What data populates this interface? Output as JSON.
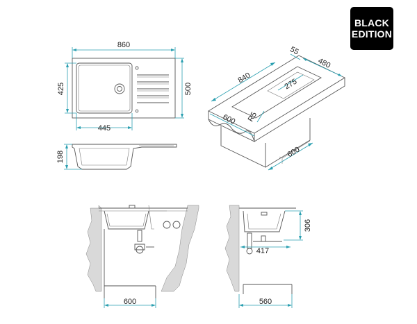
{
  "badge": {
    "line1": "BLACK",
    "line2": "EDITION"
  },
  "top_view": {
    "width": "860",
    "depth": "500",
    "bowl_depth_mm": "425",
    "bowl_width": "445"
  },
  "side_view": {
    "height": "198"
  },
  "iso_view": {
    "length": "840",
    "offset": "55",
    "depth": "480",
    "inner": "275",
    "radius": "R5",
    "front": "600",
    "side": "600"
  },
  "front_install": {
    "cabinet": "600"
  },
  "side_install": {
    "cabinet": "560",
    "drop": "417",
    "height": "306"
  }
}
